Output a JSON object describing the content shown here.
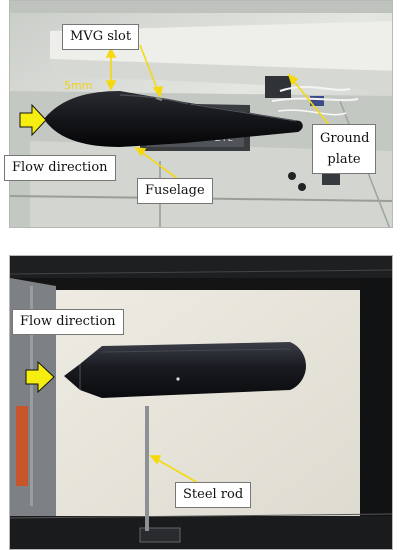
{
  "top_photo": {
    "labels": {
      "mvg_slot": "MVG slot",
      "gap": "5mm",
      "flow_direction": "Flow direction",
      "fuselage": "Fuselage",
      "ground_plate": "Ground plate"
    },
    "plate_text": "Z I E"
  },
  "bottom_photo": {
    "labels": {
      "flow_direction": "Flow direction",
      "steel_rod": "Steel rod"
    }
  },
  "colors": {
    "annotation_yellow": "#f5d90f",
    "fuselage_black": "#141519",
    "foam_background": "#e9e6dc"
  }
}
